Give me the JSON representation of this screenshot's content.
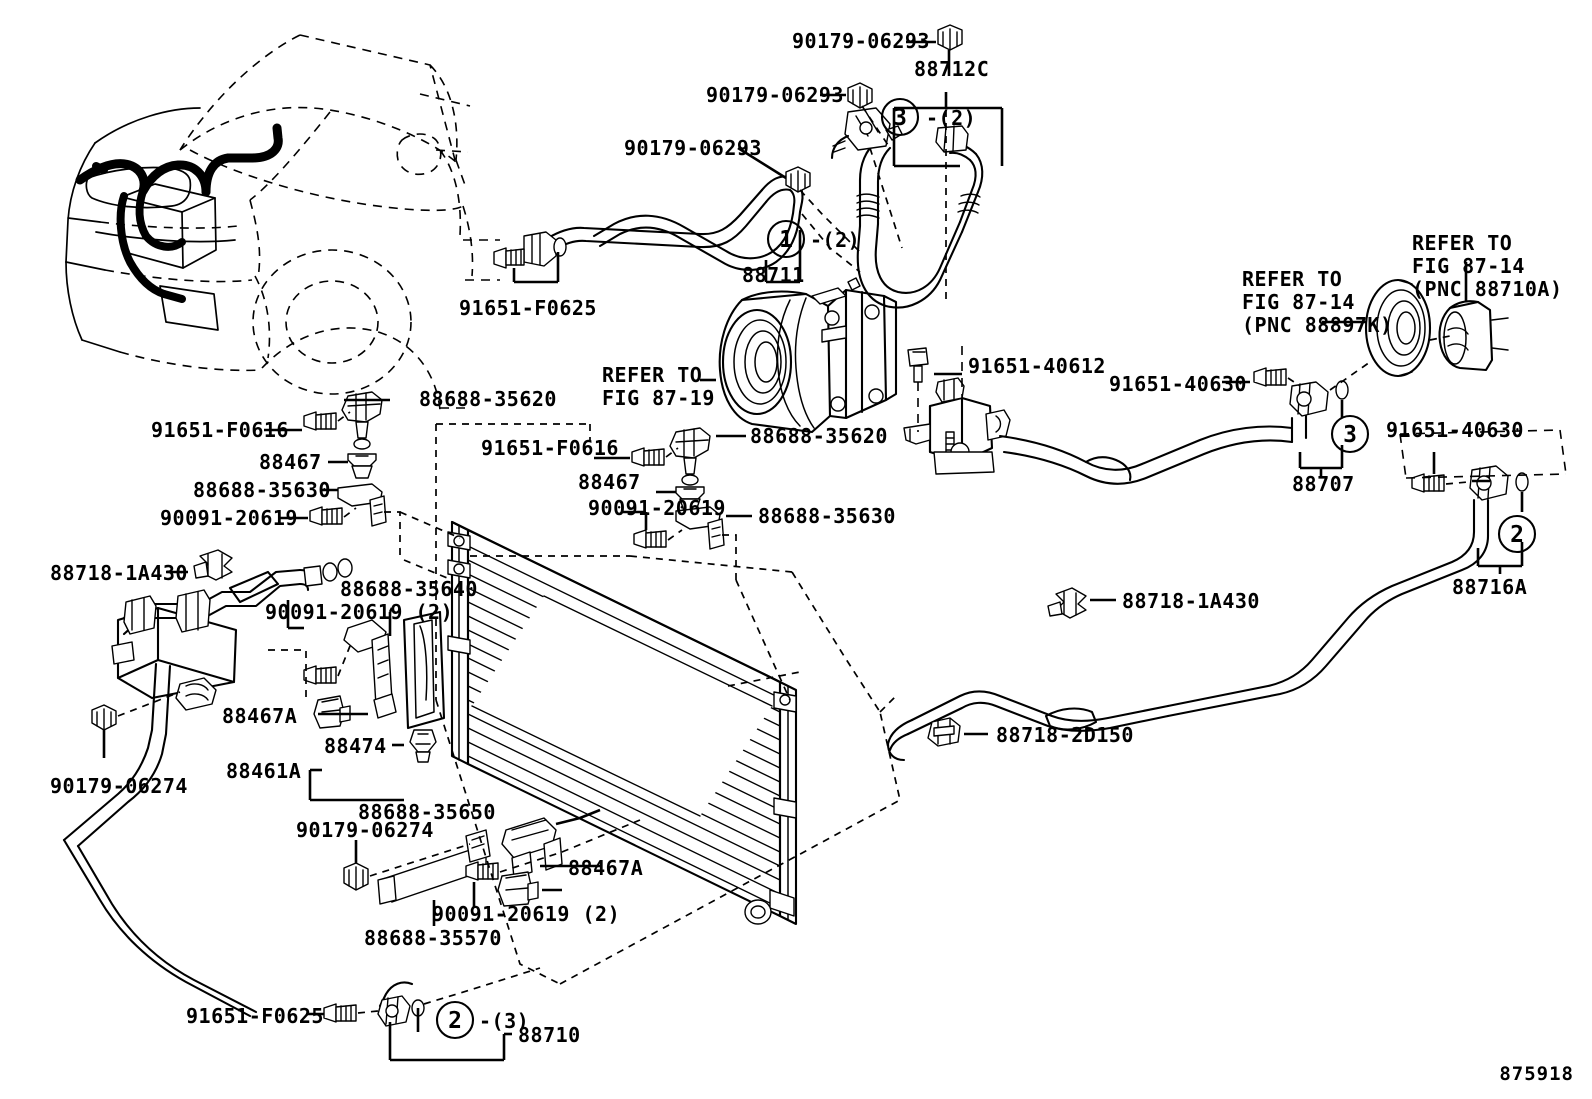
{
  "diagram": {
    "title": "Toyota A/C Piping Exploded Parts Diagram",
    "figure_code": "875918",
    "references": [
      {
        "id": "ref-8719",
        "line1": "REFER TO",
        "line2": "FIG 87-19"
      },
      {
        "id": "ref-8714-88897k",
        "line1": "REFER TO",
        "line2": "FIG 87-14",
        "line3": "(PNC 88897K)"
      },
      {
        "id": "ref-8714-88710a",
        "line1": "REFER TO",
        "line2": "FIG 87-14",
        "line3": "(PNC 88710A)"
      }
    ],
    "callouts": [
      {
        "id": "callout-1",
        "number": "1",
        "qty": "-(2)",
        "part": "88711"
      },
      {
        "id": "callout-3-top",
        "number": "3",
        "qty": "-(2)",
        "part": "88712C"
      },
      {
        "id": "callout-3-88707",
        "number": "3",
        "qty": "",
        "part": "88707"
      },
      {
        "id": "callout-2-88716a",
        "number": "2",
        "qty": "",
        "part": "88716A"
      },
      {
        "id": "callout-2-88710",
        "number": "2",
        "qty": "-(3)",
        "part": "88710"
      }
    ],
    "part_labels": [
      {
        "id": "p-90179-06293-a",
        "text": "90179-06293"
      },
      {
        "id": "p-90179-06293-b",
        "text": "90179-06293"
      },
      {
        "id": "p-90179-06293-c",
        "text": "90179-06293"
      },
      {
        "id": "p-88712c",
        "text": "88712C"
      },
      {
        "id": "p-88711",
        "text": "88711"
      },
      {
        "id": "p-91651-f0625-top",
        "text": "91651-F0625"
      },
      {
        "id": "p-88688-35620-a",
        "text": "88688-35620"
      },
      {
        "id": "p-91651-f0616-a",
        "text": "91651-F0616"
      },
      {
        "id": "p-88467-a",
        "text": "88467"
      },
      {
        "id": "p-88688-35630-a",
        "text": "88688-35630"
      },
      {
        "id": "p-90091-20619-a",
        "text": "90091-20619"
      },
      {
        "id": "p-91651-f0616-b",
        "text": "91651-F0616"
      },
      {
        "id": "p-88688-35620-b",
        "text": "88688-35620"
      },
      {
        "id": "p-88467-b",
        "text": "88467"
      },
      {
        "id": "p-90091-20619-b",
        "text": "90091-20619"
      },
      {
        "id": "p-88688-35630-b",
        "text": "88688-35630"
      },
      {
        "id": "p-91651-40612",
        "text": "91651-40612"
      },
      {
        "id": "p-91651-40630-a",
        "text": "91651-40630"
      },
      {
        "id": "p-91651-40630-b",
        "text": "91651-40630"
      },
      {
        "id": "p-88707",
        "text": "88707"
      },
      {
        "id": "p-88716a",
        "text": "88716A"
      },
      {
        "id": "p-88718-1a430-left",
        "text": "88718-1A430"
      },
      {
        "id": "p-88688-35640",
        "text": "88688-35640"
      },
      {
        "id": "p-90091-20619-2a",
        "text": "90091-20619 (2)"
      },
      {
        "id": "p-88467a-left",
        "text": "88467A"
      },
      {
        "id": "p-88474",
        "text": "88474"
      },
      {
        "id": "p-88461a",
        "text": "88461A"
      },
      {
        "id": "p-90179-06274-a",
        "text": "90179-06274"
      },
      {
        "id": "p-88688-35650",
        "text": "88688-35650"
      },
      {
        "id": "p-90179-06274-b",
        "text": "90179-06274"
      },
      {
        "id": "p-88467a-bottom",
        "text": "88467A"
      },
      {
        "id": "p-90091-20619-2b",
        "text": "90091-20619 (2)"
      },
      {
        "id": "p-88688-35570",
        "text": "88688-35570"
      },
      {
        "id": "p-91651-f0625-bottom",
        "text": "91651-F0625"
      },
      {
        "id": "p-88710",
        "text": "88710"
      },
      {
        "id": "p-88718-1a430-right",
        "text": "88718-1A430"
      },
      {
        "id": "p-88718-2d150",
        "text": "88718-2D150"
      }
    ],
    "colors": {
      "line": "#000000",
      "background": "#ffffff"
    }
  }
}
